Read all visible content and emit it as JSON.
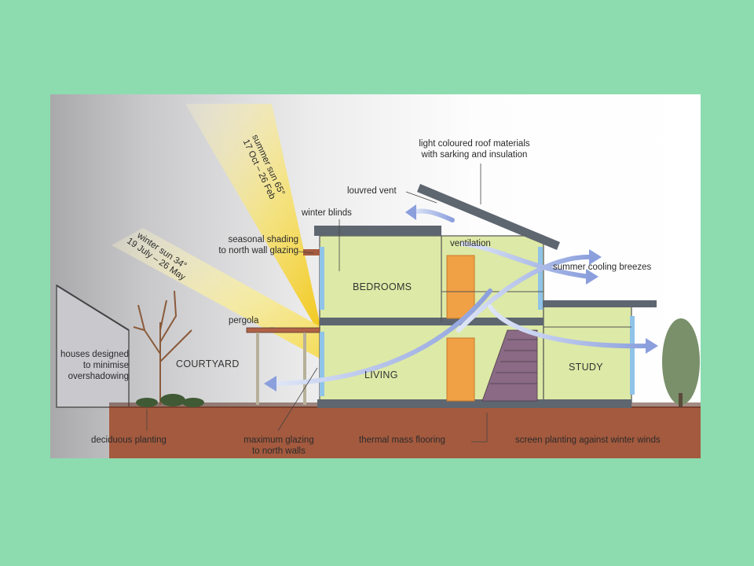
{
  "colors": {
    "background": "#8cdcb0",
    "wall_fill": "#dde9a6",
    "roof": "#5e6670",
    "ground": "#a45a3e",
    "sun_beam": "#f2d22a",
    "air_flow": "#8fa3df",
    "door": "#f0a045",
    "window": "#8fc3e8",
    "tree": "#79906a"
  },
  "labels": {
    "roof": [
      "light coloured roof materials",
      "with sarking and insulation"
    ],
    "louvred_vent": "louvred vent",
    "winter_blinds": "winter blinds",
    "shading": [
      "seasonal shading",
      "to north wall glazing"
    ],
    "ventilation": "ventilation",
    "cooling": "summer cooling breezes",
    "pergola": "pergola",
    "overshadowing": [
      "houses designed",
      "to minimise",
      "overshadowing"
    ],
    "deciduous": "deciduous planting",
    "glazing": [
      "maximum glazing",
      "to north walls"
    ],
    "thermal": "thermal mass flooring",
    "screen": "screen planting against winter winds"
  },
  "rooms": {
    "bedrooms": "BEDROOMS",
    "living": "LIVING",
    "courtyard": "COURTYARD",
    "study": "STUDY"
  },
  "sun": {
    "summer": [
      "summer sun 65°",
      "17 Oct – 26 Feb"
    ],
    "winter": [
      "winter sun 34°",
      "19 July – 26 May"
    ]
  }
}
